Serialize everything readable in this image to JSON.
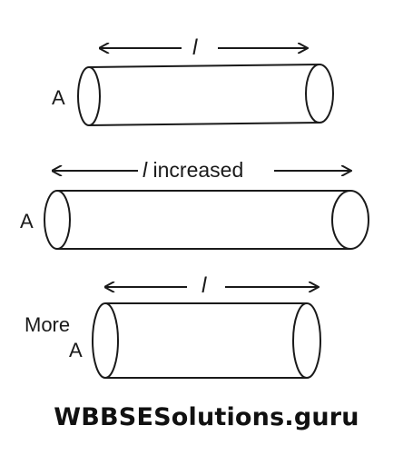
{
  "diagram": {
    "top": {
      "area_label": "A",
      "length_label": "l"
    },
    "middle": {
      "area_label": "A",
      "length_symbol": "l",
      "length_text": "increased"
    },
    "bottom": {
      "area_label_line1": "More",
      "area_label_line2": "A",
      "length_label": "l"
    }
  },
  "watermark": "WBBSESolutions.guru",
  "colors": {
    "ink": "#1a1a1a",
    "background": "#ffffff"
  }
}
